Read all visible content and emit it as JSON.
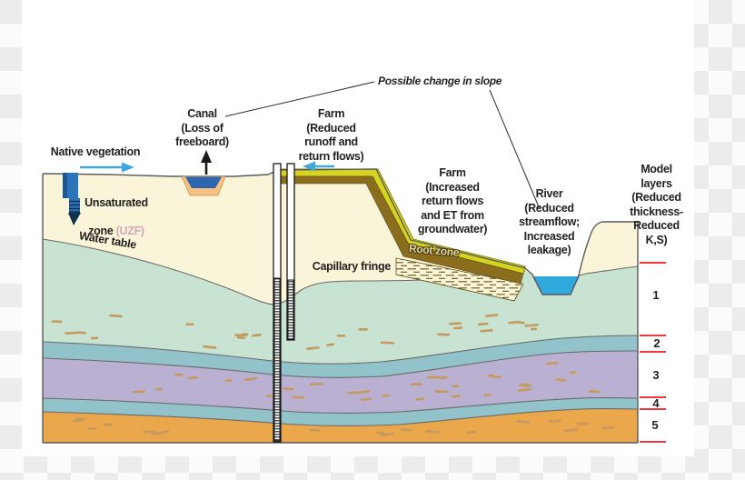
{
  "figure": {
    "description": "Hydrologic cross-section diagram of groundwater model layers and land-use effects",
    "labels": {
      "possible_change": "Possible change in slope",
      "canal": "Canal\n(Loss of\nfreeboard)",
      "farm_left": "Farm\n(Reduced\nrunoff and\nreturn flows)",
      "native_vegetation": "Native vegetation",
      "farm_right": "Farm\n(Increased\nreturn flows\nand ET from\ngroundwater)",
      "river": "River\n(Reduced\nstreamflow;\nIncreased\nleakage)",
      "model_layers": "Model\nlayers\n(Reduced\nthickness-\nReduced\nK,S)",
      "unsaturated_line1": "Unsaturated",
      "unsaturated_line2_prefix": "zone ",
      "uzf": "(UZF)",
      "water_table": "Water table",
      "capillary_fringe": "Capillary fringe",
      "root_zone": "Root zone"
    },
    "model_layer_numbers": [
      "1",
      "2",
      "3",
      "4",
      "5"
    ]
  },
  "colors": {
    "cream": "#faf5d8",
    "green": "#c9e3d2",
    "bluegray": "#93c3ca",
    "purple": "#bab0d2",
    "orange": "#eaa74c",
    "river_blue": "#30a9dd",
    "canal_blue": "#2a67ae",
    "lining_orange": "#f4c083",
    "farm_yellow": "#d6d41f",
    "root_brown": "#8a6d1d",
    "dash_tan": "#c49a5f",
    "tick_red": "#ed1c24",
    "arrow_blue": "#3fa7da",
    "uzf_pink": "#d5a8b8",
    "outline_gray": "#5b5b5b"
  }
}
